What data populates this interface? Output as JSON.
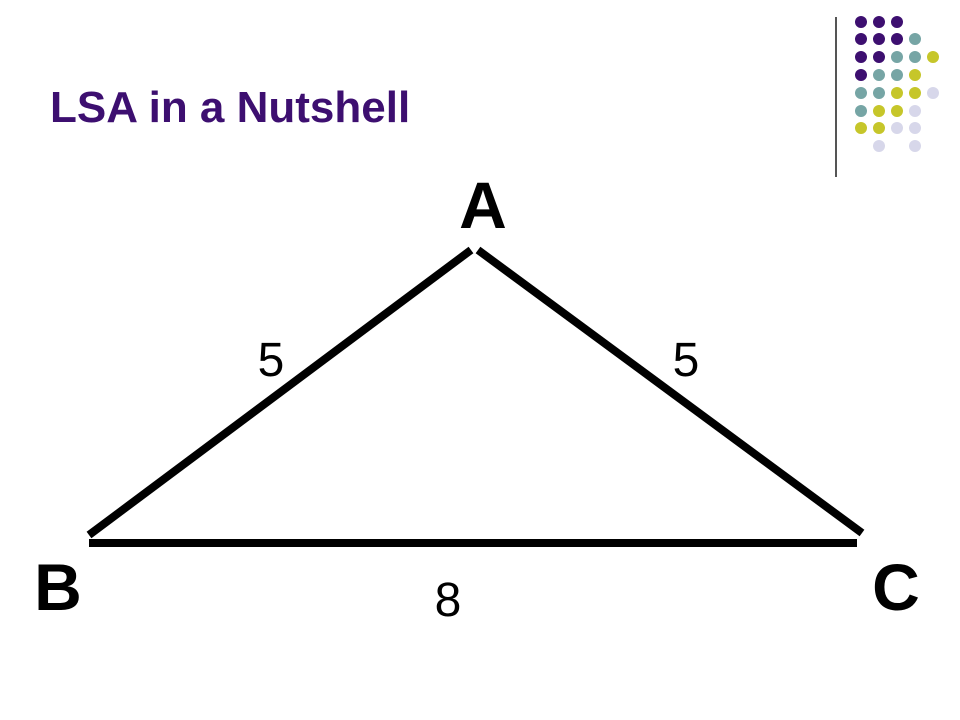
{
  "slide": {
    "title": "LSA in a Nutshell"
  },
  "diagram": {
    "vertices": {
      "a": "A",
      "b": "B",
      "c": "C"
    },
    "sides": {
      "ab": "5",
      "ac": "5",
      "bc": "8"
    }
  },
  "colors": {
    "title": "#3d0f70",
    "dot_purple": "#3d0f70",
    "dot_teal": "#76a5a5",
    "dot_yellow": "#c6c62a",
    "dot_lavender": "#d7d7ea",
    "stroke": "#000000"
  }
}
